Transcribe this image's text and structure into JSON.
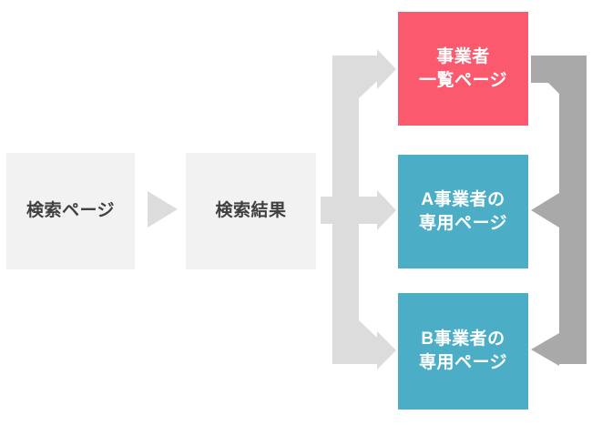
{
  "diagram": {
    "nodes": {
      "search_page": {
        "label": "検索ページ"
      },
      "search_results": {
        "label": "検索結果"
      },
      "listing_page": {
        "label": "事業者\n一覧ページ"
      },
      "provider_a": {
        "label": "A事業者の\n専用ページ"
      },
      "provider_b": {
        "label": "B事業者の\n専用ページ"
      }
    },
    "connectors": {
      "search_to_results": "right-arrow",
      "results_to_pages": "three-way-branch-right-arrow",
      "listing_to_providers": "elbow-left-arrows"
    }
  },
  "colors": {
    "background": "#ffffff",
    "box_neutral": "#f2f2f2",
    "box_red": "#fb5a6e",
    "box_teal": "#4badc6",
    "connector_light": "#dcdcdc",
    "connector_dark": "#a9a9a9",
    "text_dark": "#404040",
    "text_light": "#ffffff"
  }
}
